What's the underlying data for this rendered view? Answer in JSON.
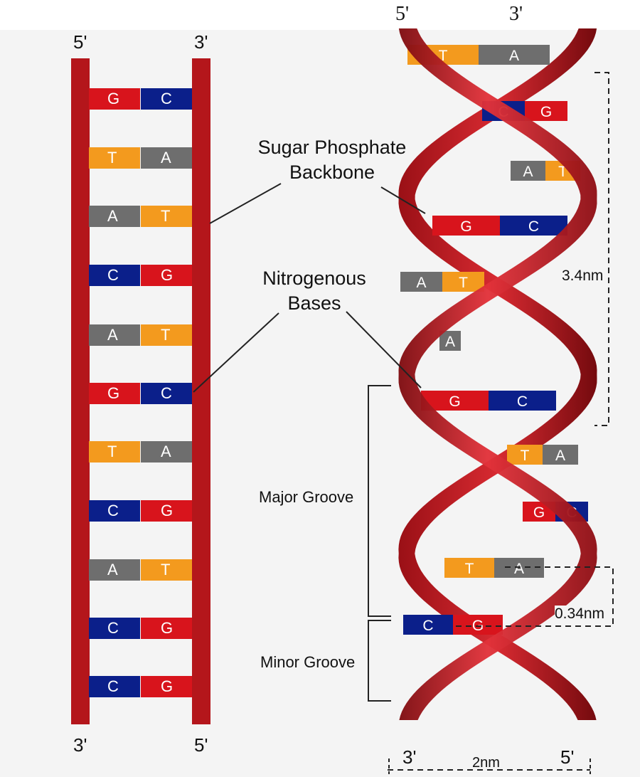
{
  "ladder": {
    "top_left": "5'",
    "top_right": "3'",
    "bottom_left": "3'",
    "bottom_right": "5'",
    "pairs": [
      {
        "left": "G",
        "right": "C"
      },
      {
        "left": "T",
        "right": "A"
      },
      {
        "left": "A",
        "right": "T"
      },
      {
        "left": "C",
        "right": "G"
      },
      {
        "left": "A",
        "right": "T"
      },
      {
        "left": "G",
        "right": "C"
      },
      {
        "left": "T",
        "right": "A"
      },
      {
        "left": "C",
        "right": "G"
      },
      {
        "left": "A",
        "right": "T"
      },
      {
        "left": "C",
        "right": "G"
      },
      {
        "left": "C",
        "right": "G"
      }
    ]
  },
  "helix": {
    "top_left": "5'",
    "top_right": "3'",
    "bottom_left": "3'",
    "bottom_right": "5'",
    "pairs": [
      {
        "left": "T",
        "right": "A"
      },
      {
        "left": "C",
        "right": "G"
      },
      {
        "left": "A",
        "right": "T"
      },
      {
        "left": "G",
        "right": "C"
      },
      {
        "left": "A",
        "right": "T"
      },
      {
        "left": "A",
        "right": ""
      },
      {
        "left": "G",
        "right": "C"
      },
      {
        "left": "T",
        "right": "A"
      },
      {
        "left": "G",
        "right": "C"
      },
      {
        "left": "T",
        "right": "A"
      },
      {
        "left": "C",
        "right": "G"
      }
    ]
  },
  "labels": {
    "backbone_line1": "Sugar Phosphate",
    "backbone_line2": "Backbone",
    "bases_line1": "Nitrogenous",
    "bases_line2": "Bases",
    "major_groove": "Major Groove",
    "minor_groove": "Minor Groove",
    "pitch": "3.4nm",
    "rise": "0.34nm",
    "width": "2nm"
  },
  "colors": {
    "backbone": "#b4161b",
    "G": "#d8141c",
    "C": "#0b1f8a",
    "T": "#f39a1e",
    "A": "#6e6e6e"
  }
}
